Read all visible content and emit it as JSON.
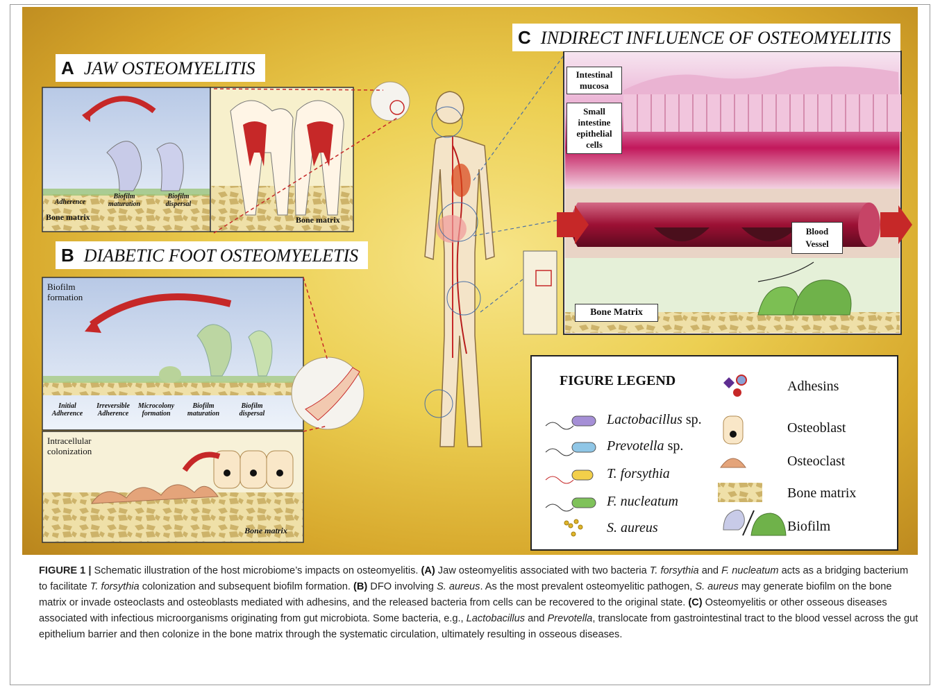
{
  "panel_a": {
    "letter": "A",
    "title": "JAW OSTEOMYELITIS",
    "labels": {
      "adherence": "Adherence",
      "biofilm_maturation_1": "Biofilm",
      "biofilm_maturation_2": "maturation",
      "biofilm_dispersal_1": "Biofilm",
      "biofilm_dispersal_2": "dispersal",
      "bone_matrix_left": "Bone matrix",
      "bone_matrix_right": "Bone matrix"
    }
  },
  "panel_b": {
    "letter": "B",
    "title": "DIABETIC FOOT OSTEOMYELETIS",
    "biofilm_formation_1": "Biofilm",
    "biofilm_formation_2": "formation",
    "stages": [
      {
        "l1": "Initial",
        "l2": "Adherence"
      },
      {
        "l1": "Irreversible",
        "l2": "Adherence"
      },
      {
        "l1": "Microcolony",
        "l2": "formation"
      },
      {
        "l1": "Biofilm",
        "l2": "maturation"
      },
      {
        "l1": "Biofilm",
        "l2": "dispersal"
      }
    ],
    "intracellular_1": "Intracellular",
    "intracellular_2": "colonization",
    "bone_matrix": "Bone matrix"
  },
  "panel_c": {
    "letter": "C",
    "title": "INDIRECT INFLUENCE OF OSTEOMYELITIS",
    "intestinal_1": "Intestinal",
    "intestinal_2": "mucosa",
    "small_1": "Small",
    "small_2": "intestine",
    "small_3": "epithelial",
    "small_4": "cells",
    "blood_1": "Blood",
    "blood_2": "Vessel",
    "bone_matrix": "Bone Matrix"
  },
  "legend": {
    "title": "FIGURE LEGEND",
    "bacteria": [
      {
        "name": "Lactobacillus",
        "suffix": " sp.",
        "color": "#a58fd6"
      },
      {
        "name": "Prevotella",
        "suffix": " sp.",
        "color": "#8fc6e6"
      },
      {
        "name": "T. forsythia",
        "suffix": "",
        "color": "#f2cf4a"
      },
      {
        "name": "F. nucleatum",
        "suffix": "",
        "color": "#7fc25a"
      },
      {
        "name": "S. aureus",
        "suffix": "",
        "color": "#e0b52a"
      }
    ],
    "others": [
      "Adhesins",
      "Osteoblast",
      "Osteoclast",
      "Bone matrix",
      "Biofilm"
    ]
  },
  "caption": {
    "fig": "FIGURE 1 |",
    "p0": " Schematic illustration of the host microbiome’s impacts on osteomyelitis. ",
    "a": "(A)",
    "p1": " Jaw osteomyelitis associated with two bacteria ",
    "i1": "T. forsythia",
    "p2": " and ",
    "i2": "F. nucleatum",
    "p3": " acts as a bridging bacterium to facilitate ",
    "i3": "T. forsythia",
    "p4": " colonization and subsequent biofilm formation. ",
    "b": "(B)",
    "p5": " DFO involving ",
    "i4": "S. aureus",
    "p6": ". As the most prevalent osteomyelitic pathogen, ",
    "i5": "S. aureus",
    "p7": " may generate biofilm on the bone matrix or invade osteoclasts and osteoblasts mediated with adhesins, and the released bacteria from cells can be recovered to the original state. ",
    "c": "(C)",
    "p8": " Osteomyelitis or other osseous diseases associated with infectious microorganisms originating from gut microbiota. Some bacteria, e.g., ",
    "i6": "Lactobacillus",
    "p9": " and ",
    "i7": "Prevotella",
    "p10": ", translocate from gastrointestinal tract to the blood vessel across the gut epithelium barrier and then colonize in the bone matrix through the systematic circulation, ultimately resulting in osseous diseases."
  }
}
